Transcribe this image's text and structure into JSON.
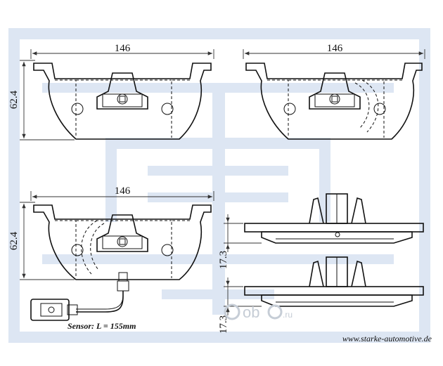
{
  "dimensions": {
    "top_left_width": "146",
    "top_left_height": "62.4",
    "top_right_width": "146",
    "bottom_left_width": "146",
    "bottom_left_height": "62.4",
    "side_top_thickness": "17.3",
    "side_bottom_thickness": "17.3"
  },
  "sensor_label": "Sensor: L = 155mm",
  "website": "www.starke-automotive.de",
  "watermark": {
    "brand": "ob",
    "domain": ".ru"
  },
  "colors": {
    "logo": "#dde6f3",
    "line": "#111111"
  }
}
